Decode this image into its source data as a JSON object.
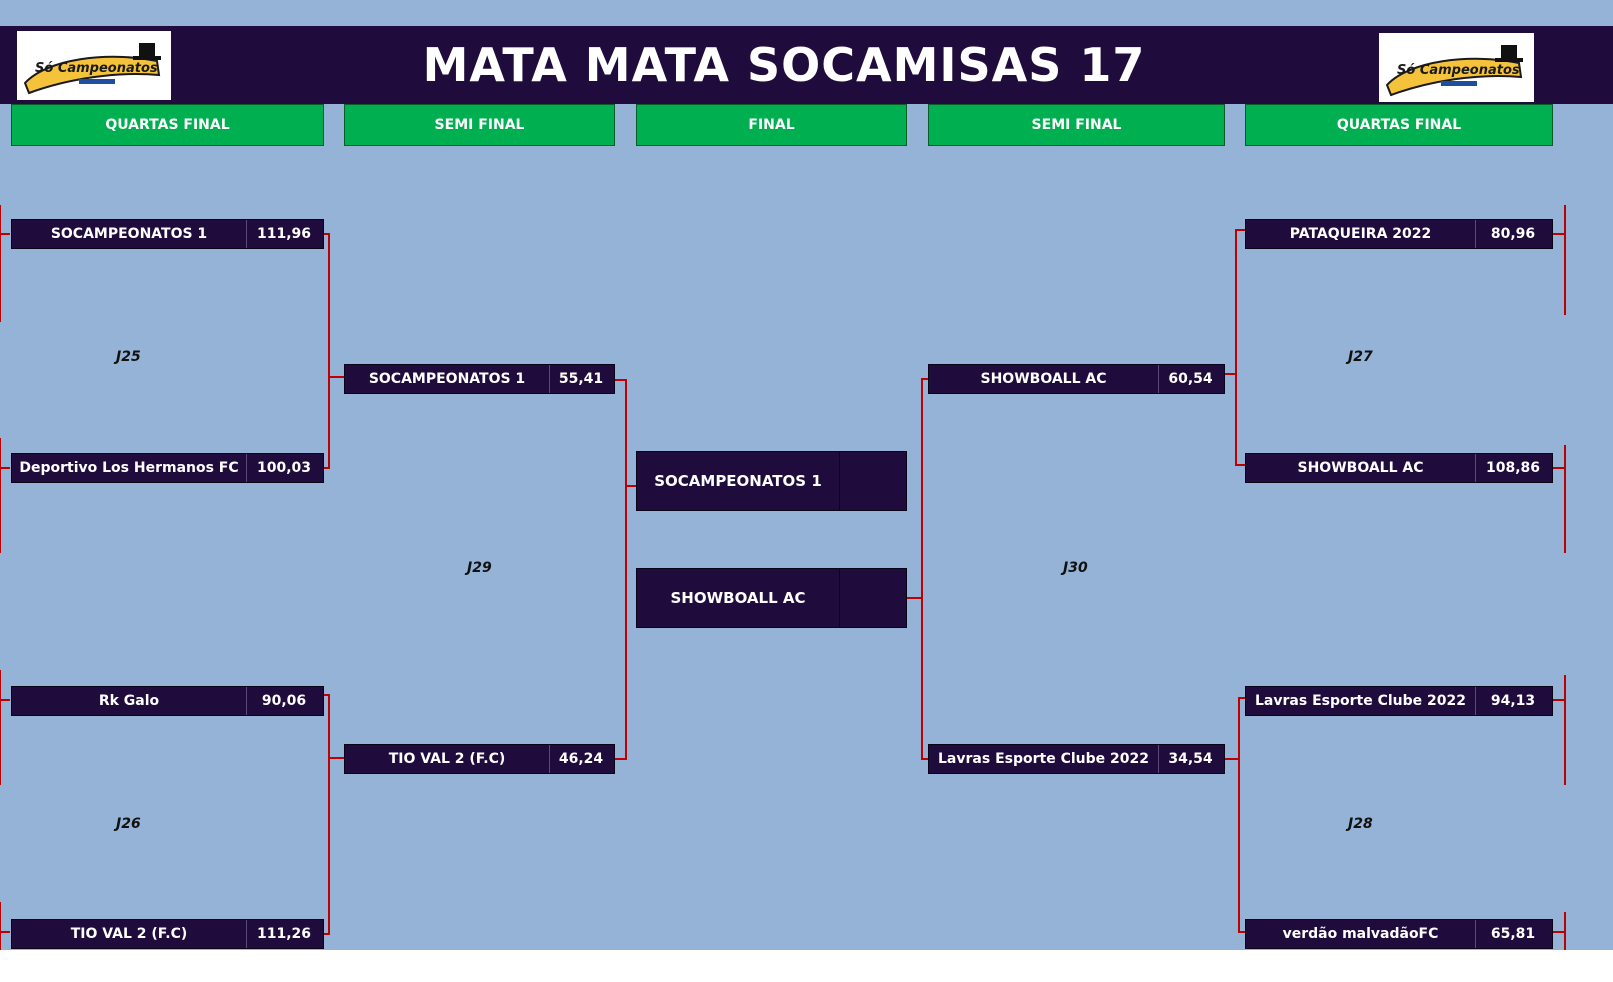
{
  "title": "MATA MATA SOCAMISAS 17",
  "logo": {
    "text": "Só Campeonatos",
    "brand_colors": {
      "gold": "#f5c33b",
      "outline": "#1a1a1a",
      "hat": "#111111"
    }
  },
  "stages": {
    "left_quarter": "QUARTAS FINAL",
    "left_semi": "SEMI FINAL",
    "final": "FINAL",
    "right_semi": "SEMI FINAL",
    "right_quarter": "QUARTAS FINAL"
  },
  "matches": {
    "j25": {
      "label": "J25",
      "team1": {
        "name": "SOCAMPEONATOS 1",
        "score": "111,96"
      },
      "team2": {
        "name": "Deportivo Los Hermanos FC",
        "score": "100,03"
      }
    },
    "j26": {
      "label": "J26",
      "team1": {
        "name": "Rk Galo",
        "score": "90,06"
      },
      "team2": {
        "name": "TIO VAL 2 (F.C)",
        "score": "111,26"
      }
    },
    "j29": {
      "label": "J29",
      "team1": {
        "name": "SOCAMPEONATOS 1",
        "score": "55,41"
      },
      "team2": {
        "name": "TIO VAL 2 (F.C)",
        "score": "46,24"
      }
    },
    "final": {
      "team1": {
        "name": "SOCAMPEONATOS 1",
        "score": ""
      },
      "team2": {
        "name": "SHOWBOALL AC",
        "score": ""
      }
    },
    "j30": {
      "label": "J30",
      "team1": {
        "name": "SHOWBOALL AC",
        "score": "60,54"
      },
      "team2": {
        "name": "Lavras Esporte Clube 2022",
        "score": "34,54"
      }
    },
    "j27": {
      "label": "J27",
      "team1": {
        "name": "PATAQUEIRA 2022",
        "score": "80,96"
      },
      "team2": {
        "name": "SHOWBOALL AC",
        "score": "108,86"
      }
    },
    "j28": {
      "label": "J28",
      "team1": {
        "name": "Lavras Esporte Clube 2022",
        "score": "94,13"
      },
      "team2": {
        "name": "verdão malvadãoFC",
        "score": "65,81"
      }
    }
  },
  "colors": {
    "background": "#95b3d7",
    "header": "#200c3c",
    "stage_green": "#00b050",
    "team_box": "#200c3c",
    "connector": "#c00000"
  }
}
